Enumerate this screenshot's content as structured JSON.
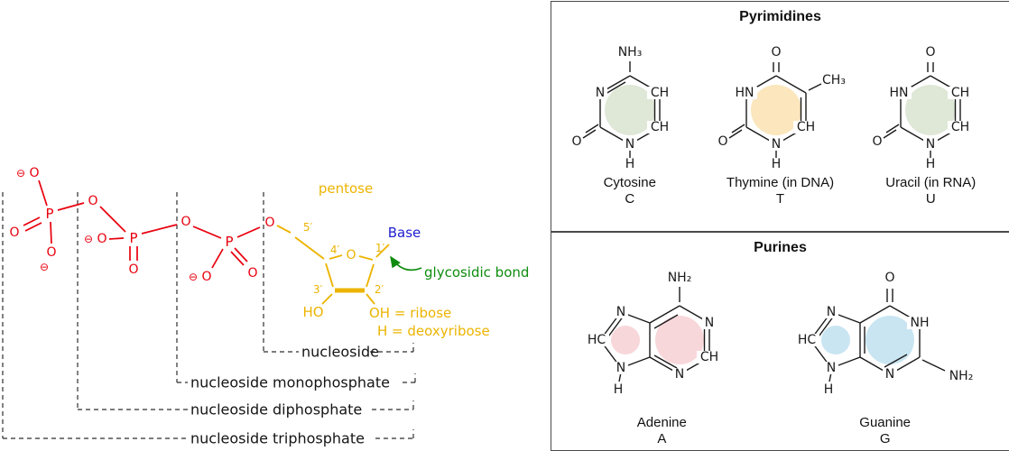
{
  "sym": {
    "P": "P",
    "O": "O",
    "N": "N",
    "H": "H",
    "CH": "CH",
    "HN": "HN",
    "HC": "HC",
    "NH": "NH",
    "NH2": "NH₂",
    "NH3": "NH₃",
    "CH3": "CH₃",
    "HO": "HO",
    "minus": "⊖"
  },
  "left": {
    "pentose": "pentose",
    "base": "Base",
    "glycosidic": "glycosidic bond",
    "oh_ribose": "OH = ribose",
    "h_deoxyribose": "H = deoxyribose",
    "primes": {
      "p5": "5′",
      "p4": "4′",
      "p3": "3′",
      "p2": "2′",
      "p1": "1′"
    },
    "brackets": {
      "nucleoside": "nucleoside",
      "mono": "nucleoside monophosphate",
      "di": "nucleoside diphosphate",
      "tri": "nucleoside triphosphate"
    }
  },
  "pyrimidines": {
    "title": "Pyrimidines",
    "molecules": [
      {
        "name": "Cytosine",
        "letter": "C"
      },
      {
        "name": "Thymine (in DNA)",
        "letter": "T"
      },
      {
        "name": "Uracil (in RNA)",
        "letter": "U"
      }
    ]
  },
  "purines": {
    "title": "Purines",
    "molecules": [
      {
        "name": "Adenine",
        "letter": "A"
      },
      {
        "name": "Guanine",
        "letter": "G"
      }
    ]
  },
  "colors": {
    "phosphate_red": "#e8000d",
    "sugar_gold": "#ecb400",
    "base_blue": "#1f1fd1",
    "bond_green": "#0f8c0f",
    "cytosine_fill": "#dfe7d7",
    "thymine_fill": "#fbe6bd",
    "uracil_fill": "#dfe7d7",
    "adenine_fill": "#f8d7db",
    "guanine_fill": "#c9e5f2"
  }
}
